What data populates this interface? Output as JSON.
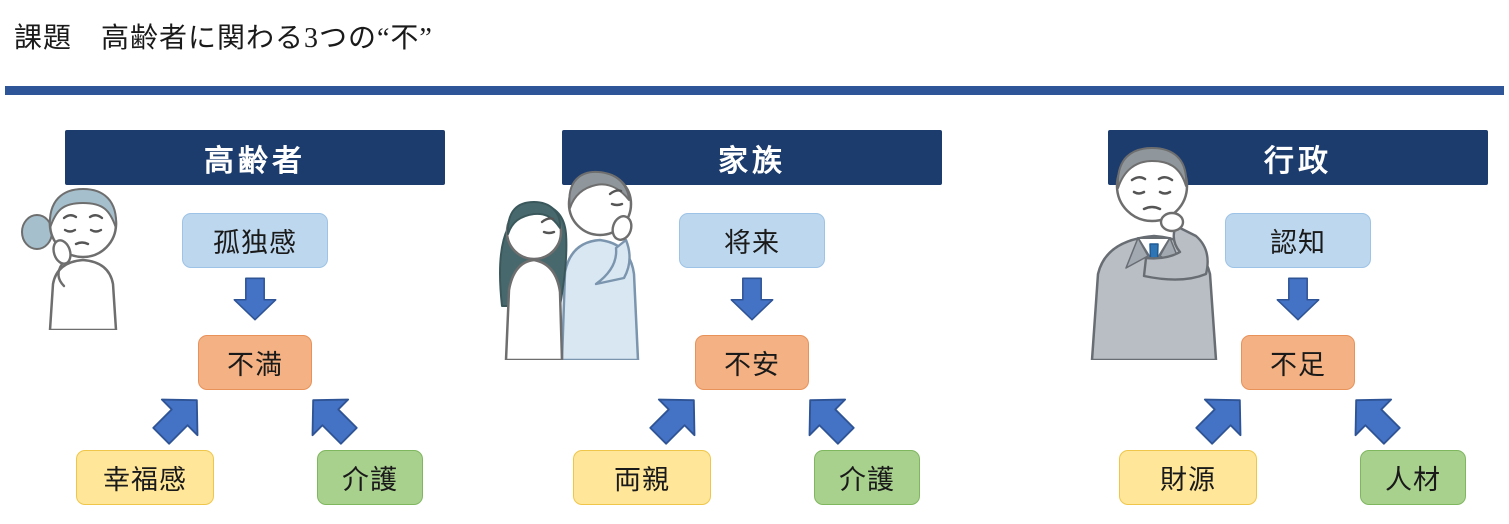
{
  "title": "課題　高齢者に関わる3つの“不”",
  "groups": [
    {
      "id": "elderly",
      "header": "高齢者",
      "top": "孤独感",
      "result": "不満",
      "bottom_left": "幸福感",
      "bottom_right": "介護",
      "illustration": "worried-elderly-woman"
    },
    {
      "id": "family",
      "header": "家族",
      "top": "将来",
      "result": "不安",
      "bottom_left": "両親",
      "bottom_right": "介護",
      "illustration": "thinking-couple"
    },
    {
      "id": "government",
      "header": "行政",
      "top": "認知",
      "result": "不足",
      "bottom_left": "財源",
      "bottom_right": "人材",
      "illustration": "thinking-businessman"
    }
  ],
  "colors": {
    "divider": "#2e5597",
    "header_bg": "#1c3c6e",
    "header_text": "#ffffff",
    "box_blue": "#bdd7ee",
    "box_blue_border": "#9dc3e6",
    "box_orange": "#f4b183",
    "box_orange_border": "#e8925a",
    "box_yellow": "#ffe699",
    "box_yellow_border": "#f0c64a",
    "box_green": "#a9d18e",
    "box_green_border": "#7fb75f",
    "arrow_fill": "#4472c4",
    "arrow_border": "#2f5496",
    "text": "#1a1a1a"
  }
}
